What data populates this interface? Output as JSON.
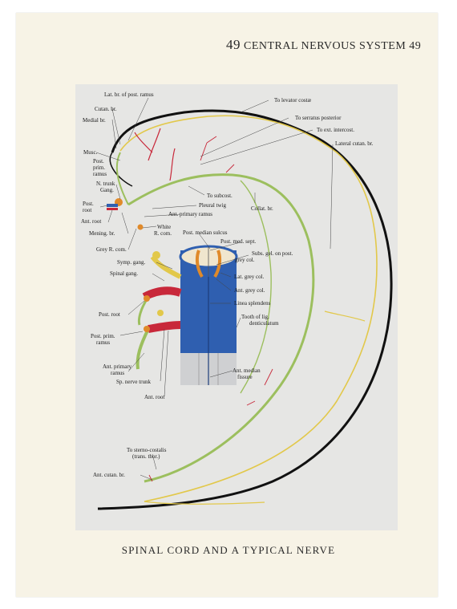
{
  "header": {
    "page_left": "49",
    "title": "CENTRAL NERVOUS SYSTEM",
    "page_right": "49"
  },
  "caption": "SPINAL CORD AND A TYPICAL NERVE",
  "labels": {
    "lat_br_post_ramus": "Lat. br. of post. ramus",
    "cutan_br": "Cutan. br.",
    "medial_br": "Medial br.",
    "musc": "Musc.",
    "post_prim_ramus_a": "Post.",
    "post_prim_ramus_b": "prim.",
    "post_prim_ramus_c": "ramus",
    "n_trunk_gang_a": "N. trunk",
    "n_trunk_gang_b": "Gang.",
    "post_root_a": "Post.",
    "post_root_b": "root",
    "ant_root": "Ant. root",
    "mening_br": "Mening. br.",
    "grey_r_com": "Grey R. com.",
    "white_r_com_a": "White",
    "white_r_com_b": "R. com.",
    "to_levator_costae": "To levator costæ",
    "to_serratus_posterior": "To serratus posterior",
    "to_ext_intercost": "To ext. intercost.",
    "lateral_cutan_br": "Lateral cutan. br.",
    "to_subcost": "To subcost.",
    "pleural_twig": "Pleural twig",
    "ant_primary_ramus": "Ant. primary ramus",
    "collat_br": "Collat. br.",
    "post_median_sulcus": "Post. median sulcus",
    "post_med_sept": "Post. med. sept.",
    "subs_gel_a": "Subs. gel. on post.",
    "subs_gel_b": "grey col.",
    "lat_grey_col": "Lat. grey col.",
    "ant_grey_col": "Ant. grey col.",
    "linea_splendens": "Linea splendens",
    "tooth_lig_a": "Tooth of lig.",
    "tooth_lig_b": "denticulatum",
    "ant_median_a": "Ant. median",
    "ant_median_b": "fissure",
    "symp_gang": "Symp. gang.",
    "spinal_gang": "Spinal gang.",
    "post_root_2": "Post. root",
    "post_prim_ramus2_a": "Post. prim.",
    "post_prim_ramus2_b": "ramus",
    "ant_primary_ramus2_a": "Ant. primary",
    "ant_primary_ramus2_b": "ramus",
    "sp_nerve_trunk": "Sp. nerve trunk",
    "ant_root_2": "Ant. root",
    "to_sterno_costalis_a": "To sterno-costalis",
    "to_sterno_costalis_b": "(trans. thor.)",
    "ant_cutan_br": "Ant. cutan. br."
  },
  "colors": {
    "nerve_green": "#9cbf5e",
    "nerve_yellow": "#e2c84a",
    "artery_red": "#c8283a",
    "cord_blue": "#2f5fb0",
    "body_wall": "#111111"
  }
}
